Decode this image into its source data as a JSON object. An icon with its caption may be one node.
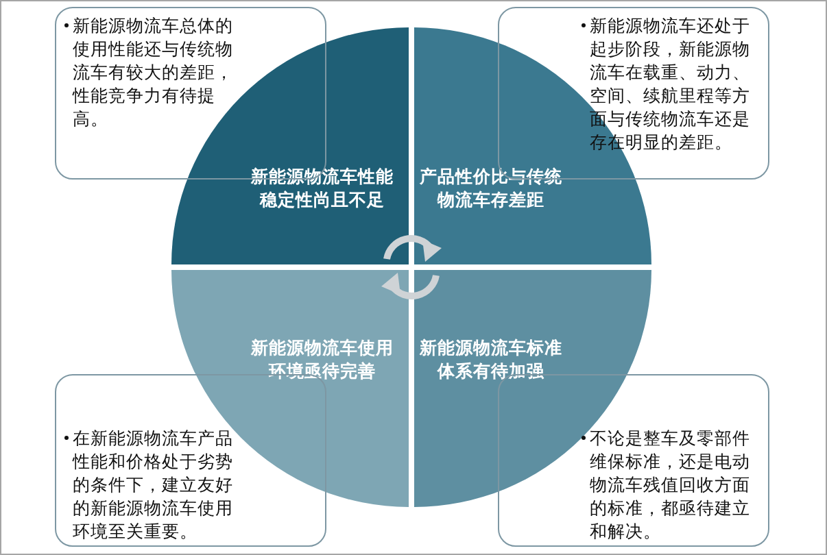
{
  "diagram": {
    "nodes": [
      {
        "text": [
          "新能源物流车总体的使用性能还与传统物流车有较大的差距，性能竞争力有待提高。"
        ]
      },
      {
        "text": [
          "新能源物流车还处于起步阶段，新能源物流车在载重、动力、空间、续航里程等方面与传统物流车还是存在明显的差距。"
        ]
      },
      {
        "text": [
          "新能源物流车性能稳定性尚且不足"
        ]
      },
      {
        "text": [
          "产品性价比与传统物流车存差距"
        ]
      },
      {
        "text": [
          "新能源物流车使用环境亟待完善"
        ]
      },
      {
        "text": [
          "新能源物流车标准体系有待加强"
        ]
      },
      {
        "text": [
          "在新能源物流车产品性能和价格处于劣势的条件下，建立友好的新能源物流车使用环境至关重要。"
        ]
      },
      {
        "text": [
          "不论是整车及零部件维保标准，还是电动物流车残值回收方面的标准，都亟待建立和解决。"
        ]
      }
    ]
  }
}
